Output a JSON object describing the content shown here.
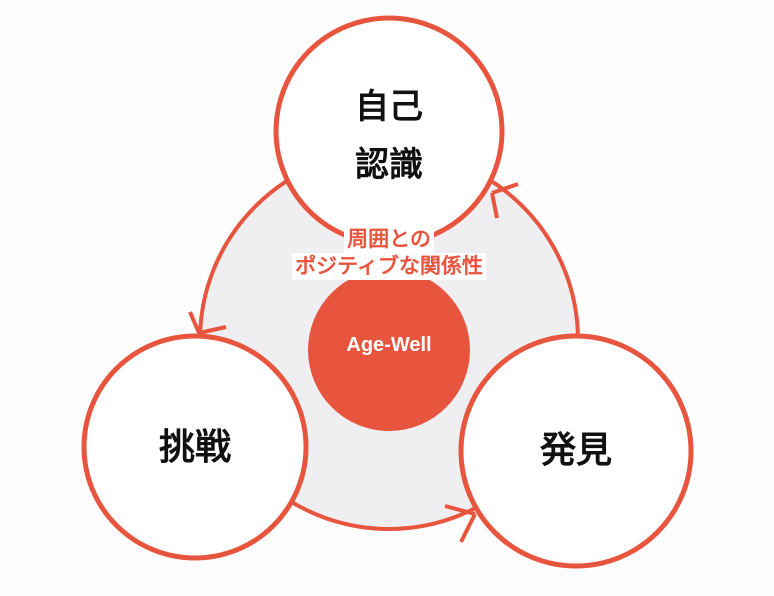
{
  "diagram": {
    "core_label": "Age-Well",
    "relation_line1": "周囲との",
    "relation_line2": "ポジティブな関係性",
    "nodes": [
      {
        "id": "top",
        "line1": "自己",
        "line2": "認識"
      },
      {
        "id": "left",
        "label": "挑戦"
      },
      {
        "id": "right",
        "label": "発見"
      }
    ],
    "cycle_order": [
      "自己認識",
      "挑戦",
      "発見"
    ],
    "colors": {
      "accent": "#e8553f",
      "ring_fill": "#efeef0",
      "node_fill": "#ffffff",
      "text": "#111111"
    }
  }
}
